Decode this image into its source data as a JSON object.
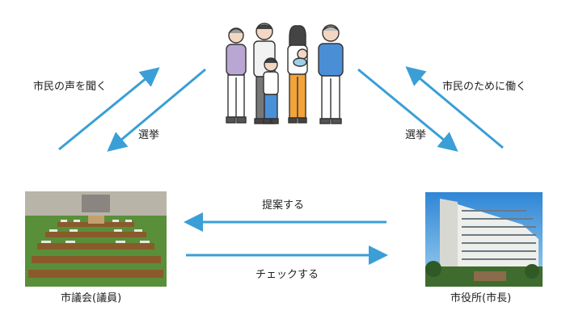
{
  "colors": {
    "arrow": "#3a9fd6"
  },
  "labels": {
    "top_left": "市民の声を聞く",
    "top_right": "市民のために働く",
    "vote_left": "選挙",
    "vote_right": "選挙",
    "propose": "提案する",
    "check": "チェックする"
  },
  "nodes": {
    "citizens": {
      "icon": "family-illustration"
    },
    "council": {
      "caption": "市議会(議員)",
      "icon": "council-chamber-photo"
    },
    "city_hall": {
      "caption": "市役所(市長)",
      "icon": "city-hall-building-photo"
    }
  }
}
